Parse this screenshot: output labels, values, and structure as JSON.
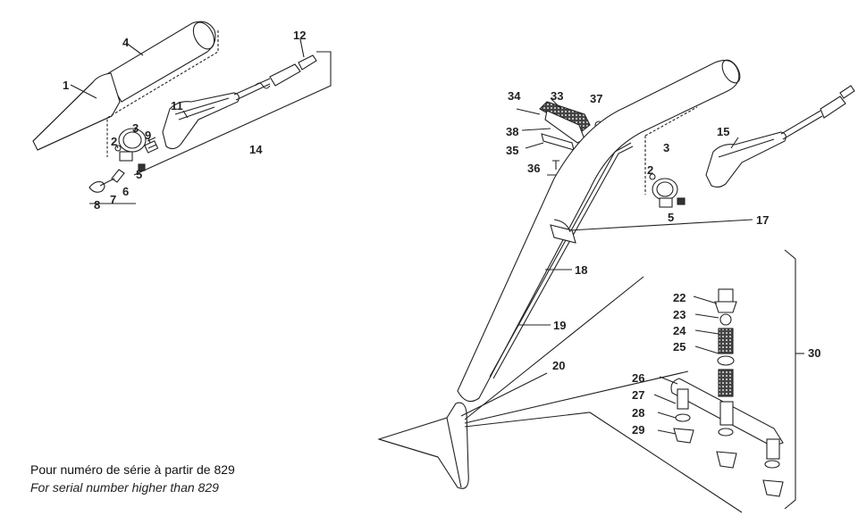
{
  "caption": {
    "fr": "Pour numéro de série à partir de 829",
    "en": "For serial number higher than 829"
  },
  "part_labels": [
    "1",
    "2",
    "3",
    "4",
    "5",
    "6",
    "7",
    "8",
    "9",
    "11",
    "12",
    "14",
    "2",
    "3",
    "5",
    "15",
    "17",
    "18",
    "19",
    "20",
    "22",
    "23",
    "24",
    "25",
    "26",
    "27",
    "28",
    "29",
    "30",
    "33",
    "34",
    "35",
    "36",
    "37",
    "38"
  ]
}
